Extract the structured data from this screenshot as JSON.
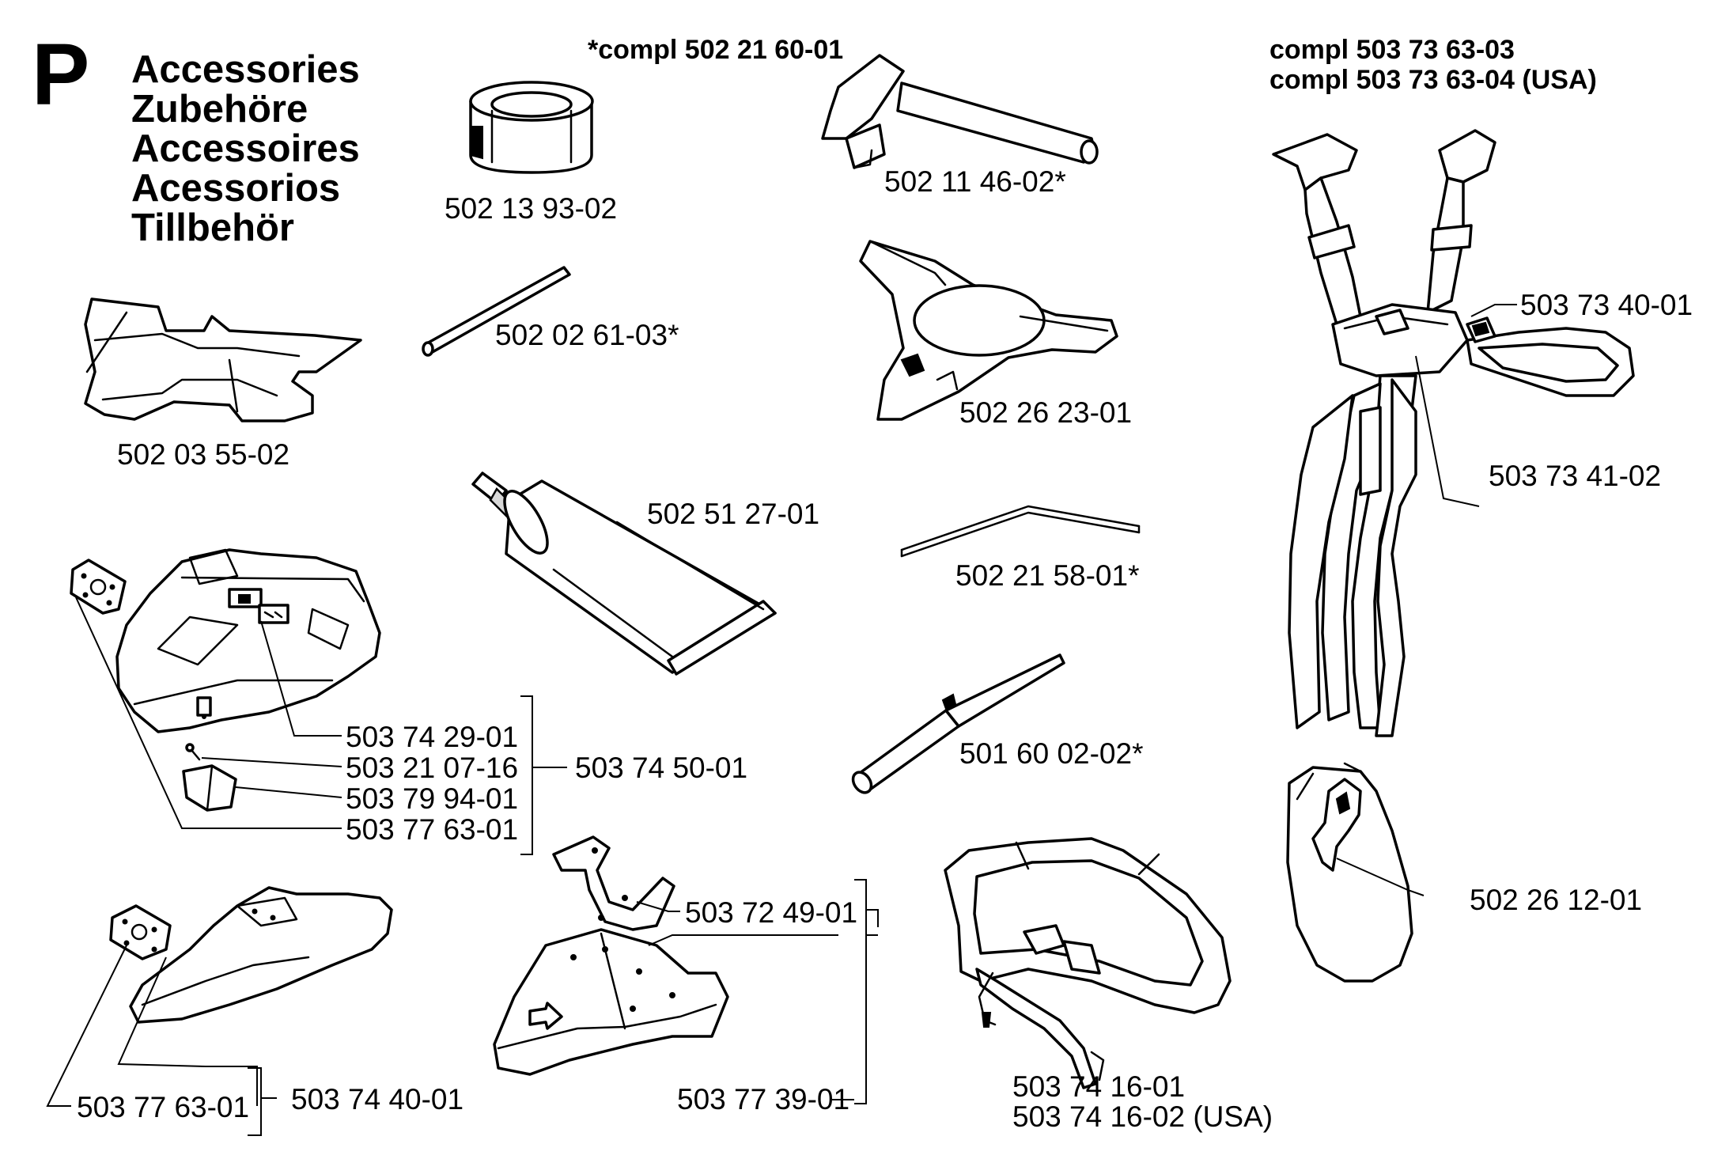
{
  "section_letter": "P",
  "titles": [
    "Accessories",
    "Zubehöre",
    "Accessoires",
    "Acessorios",
    "Tillbehör"
  ],
  "kit_headers": {
    "tool_kit": "*compl 502 21 60-01",
    "harness_1": "compl 503 73 63-03",
    "harness_2": "compl 503 73 63-04 (USA)"
  },
  "parts": {
    "spool_case": "502 13 93-02",
    "plug_wrench": "502 11 46-02*",
    "locking_pin": "502 02 61-03*",
    "blade_guard_small": "502 03 55-02",
    "support_cup": "502 26 23-01",
    "grease_tube": "502 51 27-01",
    "bent_rod": "502 21 58-01*",
    "file_handle": "501 60 02-02*",
    "strap_buckle": "503 73 40-01",
    "shoulder_pad": "503 73 41-02",
    "hip_pad": "502 26 12-01",
    "decal": "503 74 29-01",
    "screw": "503 21 07-16",
    "clip": "503 79 94-01",
    "plate_a": "503 77 63-01",
    "guard_kit_a": "503 74 50-01",
    "bracket": "503 72 49-01",
    "guard_b": "503 77 39-01",
    "plate_b": "503 77 63-01",
    "guard_kit_b": "503 74 40-01",
    "belt_1": "503 74 16-01",
    "belt_2": "503 74 16-02 (USA)"
  }
}
